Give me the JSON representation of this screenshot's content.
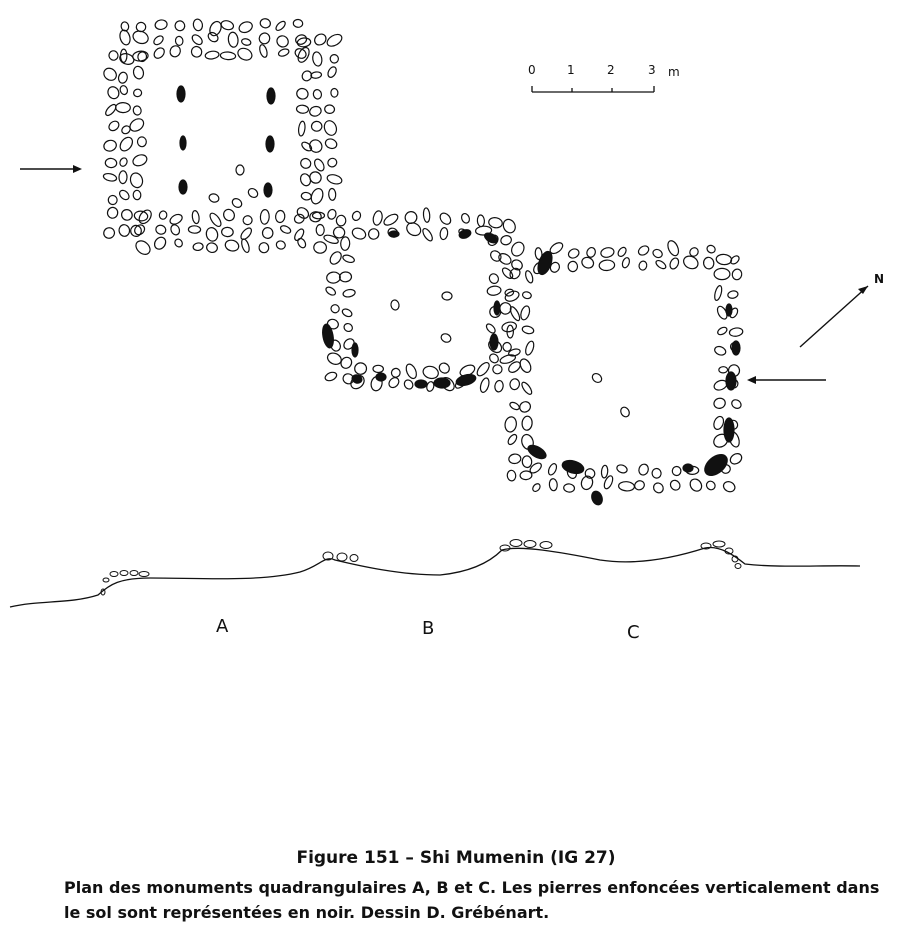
{
  "scale_bar": {
    "ticks": [
      "0",
      "1",
      "2",
      "3"
    ],
    "unit": "m"
  },
  "north_label": "N",
  "profile_labels": [
    "A",
    "B",
    "C"
  ],
  "caption": {
    "title": "Figure 151 – Shi Mumenin (IG 27)",
    "description": "Plan des monuments quadrangulaires A, B et C. Les pierres enfoncées verticalement dans le sol sont représentées en noir. Dessin D. Grébénart."
  }
}
